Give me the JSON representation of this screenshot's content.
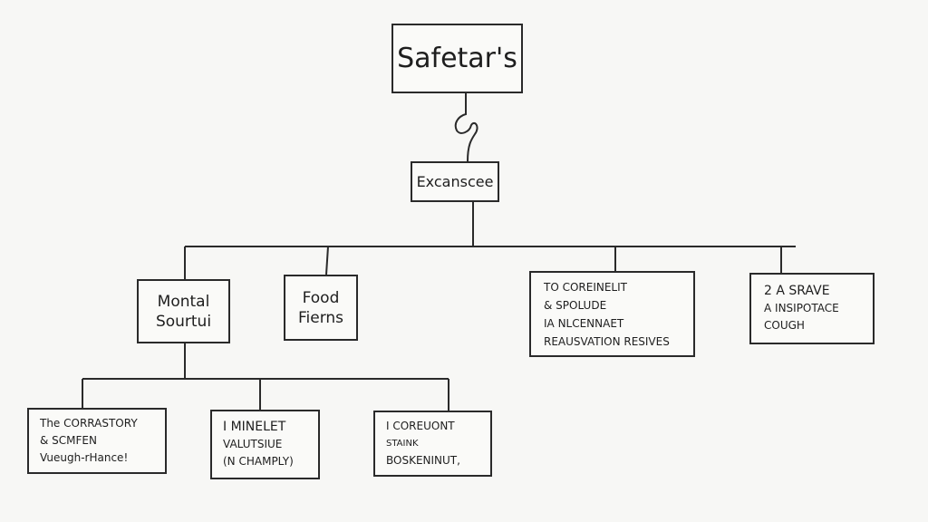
{
  "root": {
    "label": "Safetar's"
  },
  "level1": {
    "label": "Excanscee"
  },
  "level2": [
    {
      "lines": [
        "Montal",
        "Sourtui"
      ]
    },
    {
      "lines": [
        "Food",
        "Fierns"
      ]
    },
    {
      "lines": [
        "TO COREINELIT",
        "& SPOLUDE",
        "IA NLCENNAET",
        "REAUSVATION RESIVES"
      ]
    },
    {
      "lines": [
        "2 A SRAVE",
        "A INSIPOTACE",
        "COUGH"
      ]
    }
  ],
  "level3": [
    {
      "lines": [
        "The CORRASTORY",
        "& SCMFEN",
        "Vueugh-rHance!"
      ]
    },
    {
      "lines": [
        "I MINELET",
        "VALUTSIUE",
        "(N CHAMPLY)"
      ]
    },
    {
      "lines": [
        "I COREUONT",
        "STAINK",
        "BOSKENINUT,"
      ]
    }
  ]
}
